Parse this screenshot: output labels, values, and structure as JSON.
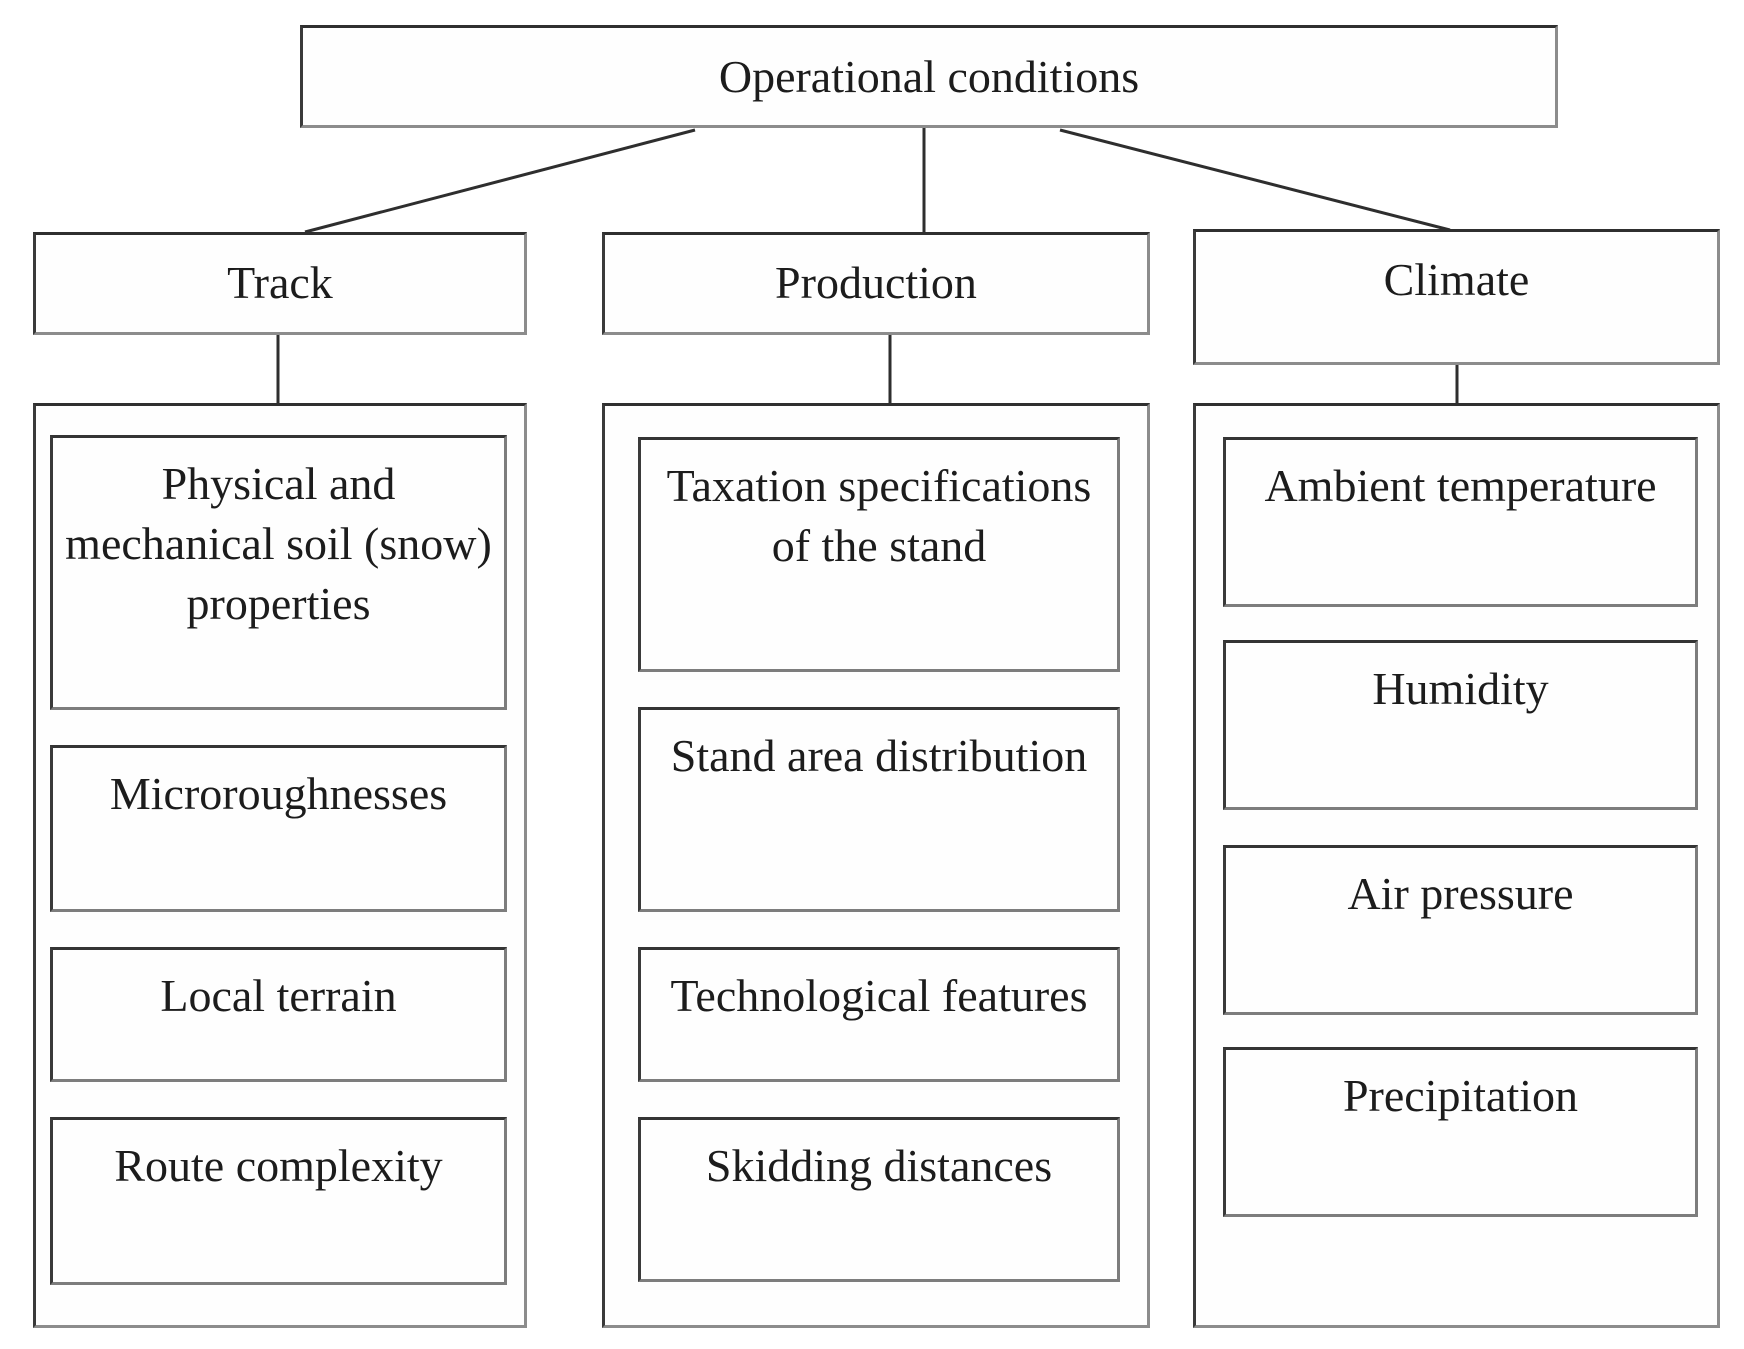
{
  "diagram": {
    "title": "Operational conditions flowchart",
    "root": {
      "label": "Operational conditions"
    },
    "branches": [
      {
        "label": "Track",
        "children": [
          "Physical and mechanical soil (snow) properties",
          "Microroughnesses",
          "Local terrain",
          "Route complexity"
        ]
      },
      {
        "label": "Production",
        "children": [
          "Taxation specifications of the stand",
          "Stand area distribution",
          "Technological features",
          "Skidding distances"
        ]
      },
      {
        "label": "Climate",
        "children": [
          "Ambient temperature",
          "Humidity",
          "Air pressure",
          "Precipitation"
        ]
      }
    ],
    "colors": {
      "background": "#ffffff",
      "border": "#2f2f2f",
      "text": "#1c1c1c",
      "connector": "#2e2e2e"
    }
  }
}
